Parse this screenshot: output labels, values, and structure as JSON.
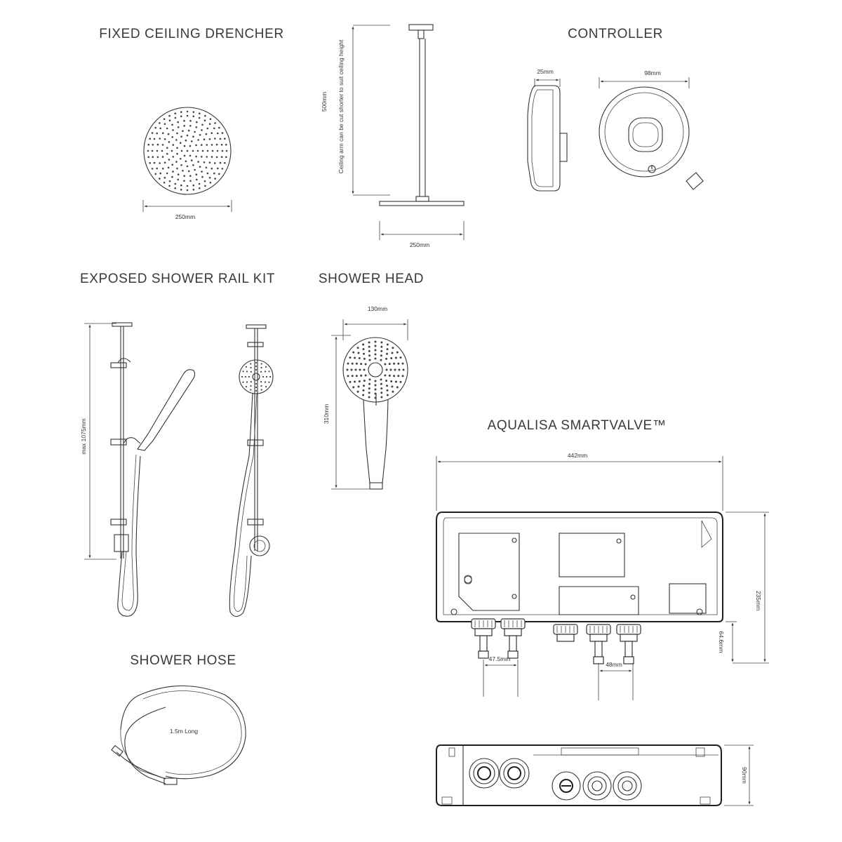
{
  "headings": {
    "fixed_ceiling_drencher": "FIXED CEILING DRENCHER",
    "controller": "CONTROLLER",
    "exposed_shower_rail_kit": "EXPOSED SHOWER RAIL KIT",
    "shower_head": "SHOWER HEAD",
    "aqualisa_smartvalve": "AQUALISA SMARTVALVE™",
    "shower_hose": "SHOWER HOSE"
  },
  "dimensions": {
    "drencher_width": "250mm",
    "ceiling_arm_width": "250mm",
    "ceiling_arm_height": "500mm",
    "ceiling_arm_note": "Ceiling arm can be cut shorter to suit ceiling height",
    "controller_depth": "25mm",
    "controller_diameter": "98mm",
    "rail_max_height": "max 1075mm",
    "shower_head_width": "130mm",
    "shower_head_length": "310mm",
    "valve_width": "442mm",
    "valve_height": "235mm",
    "valve_outlet_offset": "64.6mm",
    "valve_inlet_spacing": "47.5mm",
    "valve_outlet_spacing": "48mm",
    "valve_depth": "90mm",
    "hose_length": "1.5m Long"
  },
  "colors": {
    "line": "#333333",
    "background": "#ffffff"
  }
}
